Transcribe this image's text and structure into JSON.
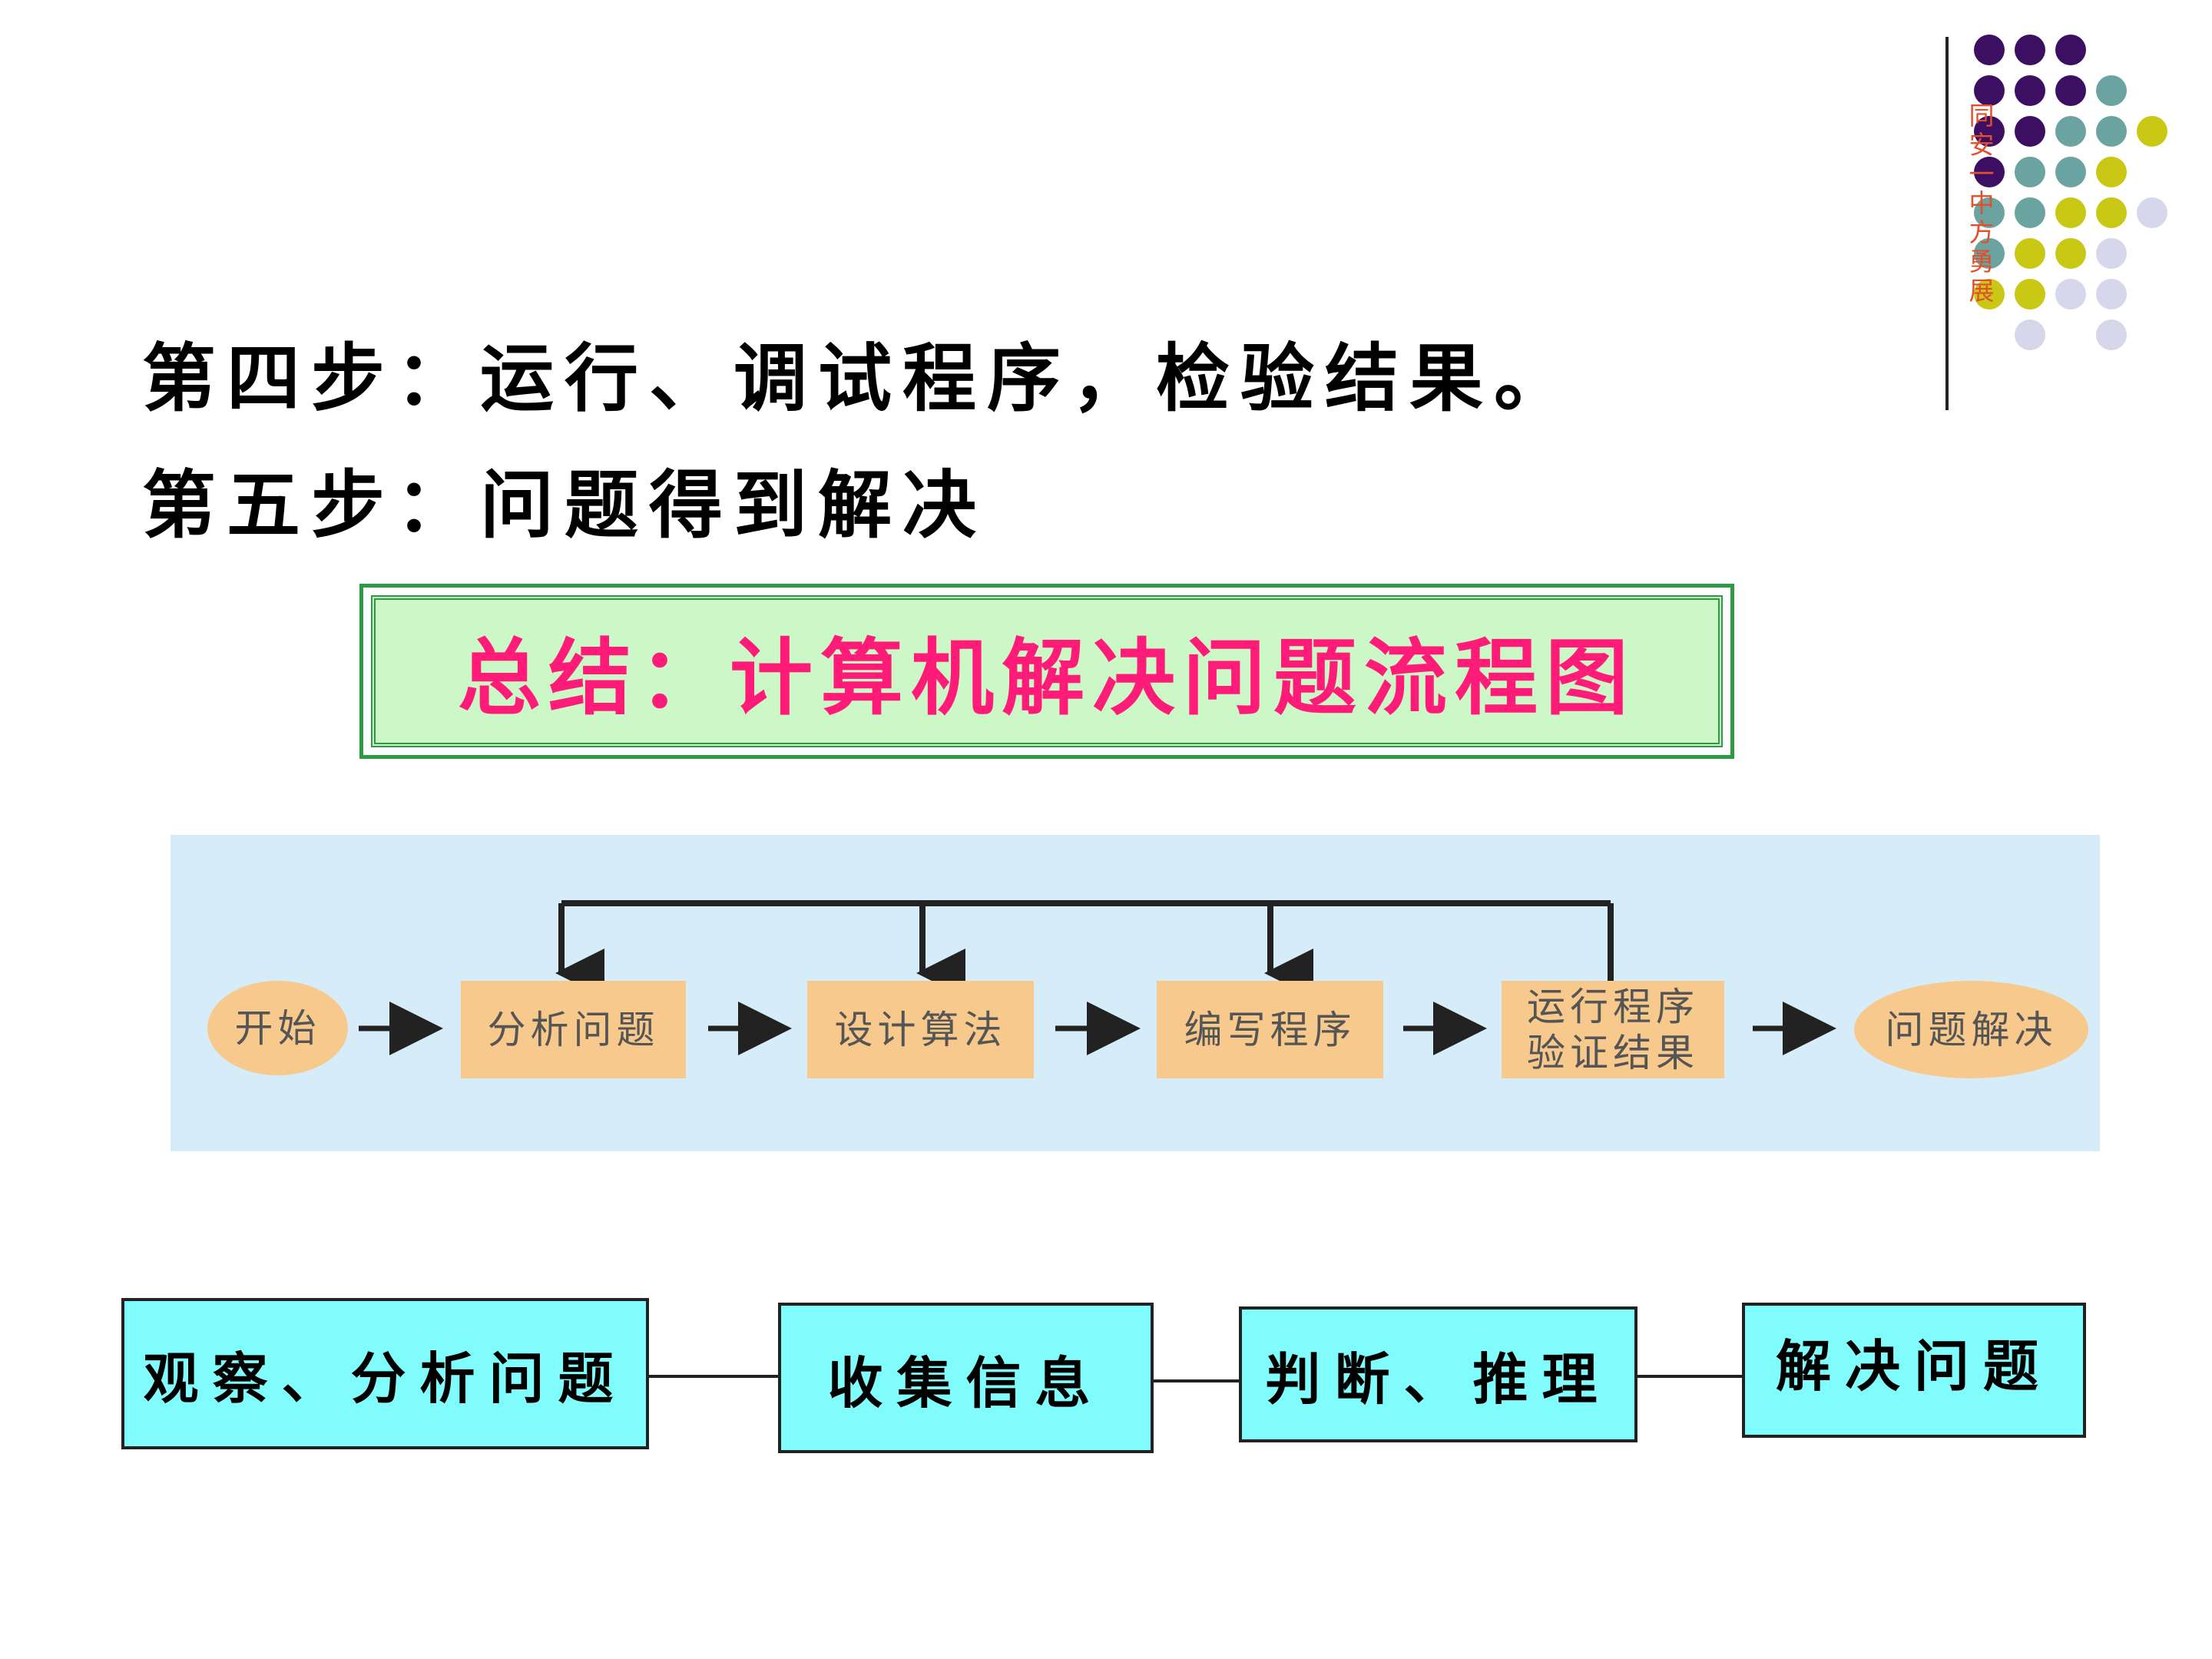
{
  "side_text": "同安一中方勇展",
  "steps": {
    "step4": "第四步：运行、调试程序，检验结果。",
    "step5": "第五步：问题得到解决"
  },
  "banner": {
    "title": "总结：计算机解决问题流程图"
  },
  "flowchart": {
    "nodes": [
      "开始",
      "分析问题",
      "设计算法",
      "编写程序",
      "运行程序\n验证结果",
      "问题解决"
    ]
  },
  "bottom_flow": {
    "boxes": [
      "观察、分析问题",
      "收集信息",
      "判断、推理",
      "解决问题"
    ]
  },
  "colors": {
    "dot_purple": "#3c0f63",
    "dot_teal": "#6ba3a1",
    "dot_yellow": "#c8c815",
    "dot_lavender": "#d7d7ec",
    "banner_text": "#ff1c78",
    "banner_bg": "#ccf8c8",
    "panel_bg": "#d6ecf8",
    "node_bg": "#f8c98c",
    "box_bg": "#80fcfc"
  }
}
